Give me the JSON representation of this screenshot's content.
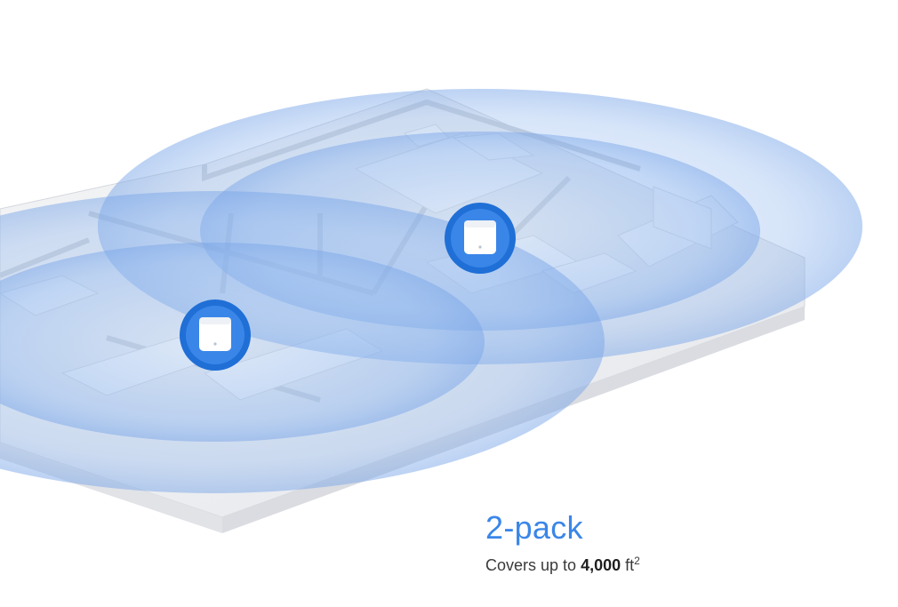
{
  "product": {
    "title": "2-pack",
    "coverage": {
      "prefix": "Covers up to ",
      "value": "4,000",
      "unit": " ft",
      "unit_exponent": "2"
    }
  },
  "illustration": {
    "nodes": [
      "mesh-node-icon",
      "mesh-node-icon"
    ],
    "accent_color": "#1f6fd6",
    "signal_color": "#9cc0f0"
  }
}
